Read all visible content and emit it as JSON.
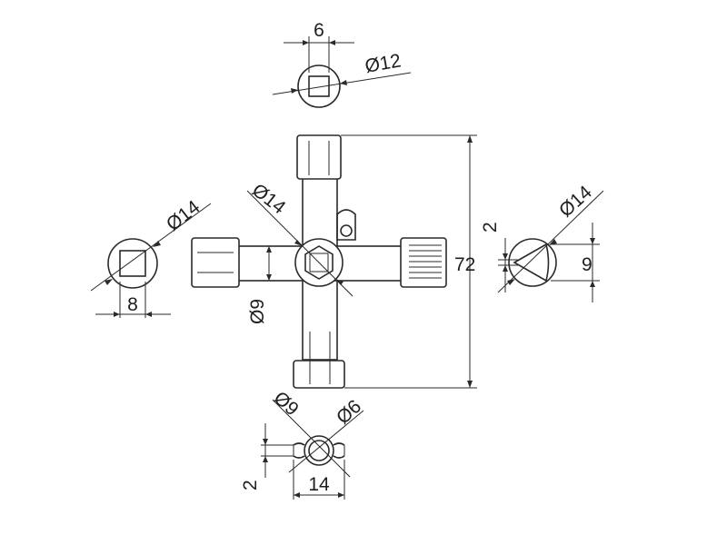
{
  "diagram": {
    "description_labels": {
      "top_socket_square": "6",
      "top_socket_diameter": "Ø12",
      "left_socket_diameter": "Ø14",
      "left_socket_square": "8",
      "hex_socket_diameter": "Ø14",
      "height_overall": "72",
      "shaft_diameter": "Ø9",
      "right_socket_diameter": "Ø14",
      "right_socket_gap": "2",
      "right_socket_triangle": "9",
      "bottom_outer_diameter": "Ø9",
      "bottom_inner_diameter": "Ø6",
      "bottom_slot": "2",
      "bottom_width": "14"
    }
  }
}
